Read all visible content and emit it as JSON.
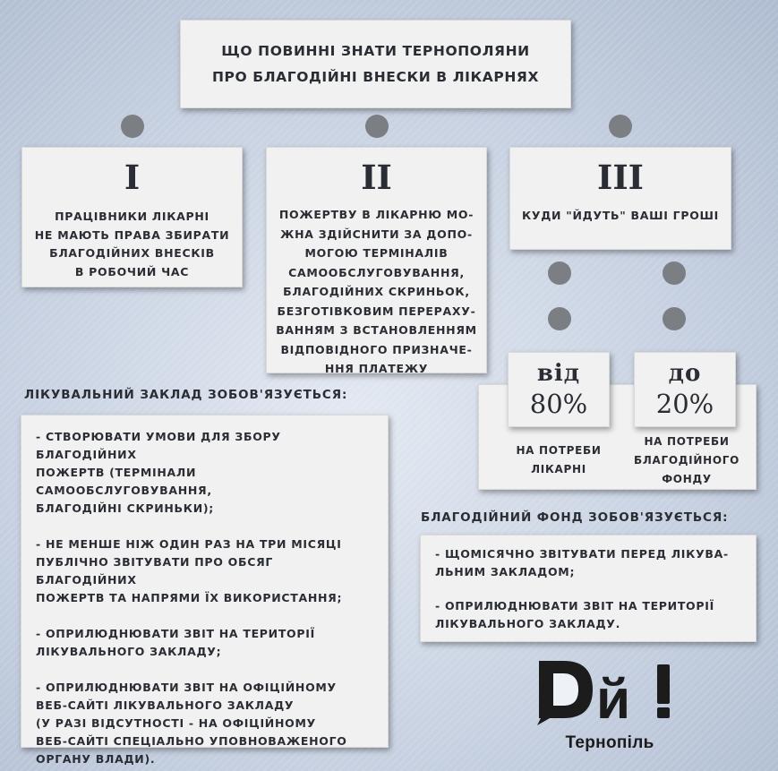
{
  "title": {
    "line1": "ЩО ПОВИННІ ЗНАТИ ТЕРНОПОЛЯНИ",
    "line2": "ПРО БЛАГОДІЙНІ ВНЕСКИ В ЛІКАРНЯХ"
  },
  "cards": [
    {
      "numeral": "I",
      "lines": [
        "ПРАЦІВНИКИ ЛІКАРНІ",
        "НЕ МАЮТЬ ПРАВА ЗБИРАТИ",
        "БЛАГОДІЙНИХ ВНЕСКІВ",
        "В РОБОЧИЙ ЧАС"
      ]
    },
    {
      "numeral": "II",
      "lines": [
        "ПОЖЕРТВУ В ЛІКАРНЮ МО-",
        "ЖНА ЗДІЙСНИТИ ЗА ДОПО-",
        "МОГОЮ ТЕРМІНАЛІВ",
        "САМООБСЛУГОВУВАННЯ,",
        "БЛАГОДІЙНИХ СКРИНЬОК,",
        "БЕЗГОТІВКОВИМ ПЕРЕРАХУ-",
        "ВАННЯМ З ВСТАНОВЛЕННЯМ",
        "ВІДПОВІДНОГО ПРИЗНАЧЕ-",
        "ННЯ ПЛАТЕЖУ"
      ]
    },
    {
      "numeral": "III",
      "lines": [
        "КУДИ \"ЙДУТЬ\" ВАШІ ГРОШІ"
      ]
    }
  ],
  "split": {
    "left": {
      "prefix": "від",
      "value": "80%",
      "caption_lines": [
        "НА ПОТРЕБИ",
        "ЛІКАРНІ"
      ]
    },
    "right": {
      "prefix": "до",
      "value": "20%",
      "caption_lines": [
        "НА ПОТРЕБИ",
        "БЛАГОДІЙНОГО",
        "ФОНДУ"
      ]
    }
  },
  "hospital_obligations": {
    "heading": "ЛІКУВАЛЬНИЙ ЗАКЛАД ЗОБОВ'ЯЗУЄТЬСЯ:",
    "items": [
      [
        "- СТВОРЮВАТИ УМОВИ ДЛЯ ЗБОРУ БЛАГОДІЙНИХ",
        "ПОЖЕРТВ (ТЕРМІНАЛИ САМООБСЛУГОВУВАННЯ,",
        "БЛАГОДІЙНІ СКРИНЬКИ);"
      ],
      [
        "- НЕ МЕНШЕ НІЖ ОДИН РАЗ НА ТРИ МІСЯЦІ",
        "ПУБЛІЧНО ЗВІТУВАТИ ПРО ОБСЯГ БЛАГОДІЙНИХ",
        "ПОЖЕРТВ ТА НАПРЯМИ ЇХ ВИКОРИСТАННЯ;"
      ],
      [
        "- ОПРИЛЮДНЮВАТИ ЗВІТ НА ТЕРИТОРІЇ",
        "ЛІКУВАЛЬНОГО ЗАКЛАДУ;"
      ],
      [
        "- ОПРИЛЮДНЮВАТИ ЗВІТ НА ОФІЦІЙНОМУ",
        "ВЕБ-САЙТІ ЛІКУВАЛЬНОГО ЗАКЛАДУ",
        "(У РАЗІ ВІДСУТНОСТІ - НА ОФІЦІЙНОМУ",
        "ВЕБ-САЙТІ СПЕЦІАЛЬНО УПОВНОВАЖЕНОГО",
        "ОРГАНУ ВЛАДИ)."
      ]
    ]
  },
  "fund_obligations": {
    "heading": "БЛАГОДІЙНИЙ ФОНД ЗОБОВ'ЯЗУЄТЬСЯ:",
    "items": [
      [
        "- ЩОМІСЯЧНО ЗВІТУВАТИ ПЕРЕД ЛІКУВА-",
        "ЛЬНИМ ЗАКЛАДОМ;"
      ],
      [
        "- ОПРИЛЮДНЮВАТИ ЗВІТ НА ТЕРИТОРІЇ",
        "ЛІКУВАЛЬНОГО ЗАКЛАДУ."
      ]
    ]
  },
  "logo": {
    "text": "Дій!",
    "caption": "Тернопіль"
  },
  "colors": {
    "card": "#f1f1f1",
    "dot": "#7b7e83",
    "text": "#2a2d33",
    "background": "#c9d4e4"
  }
}
